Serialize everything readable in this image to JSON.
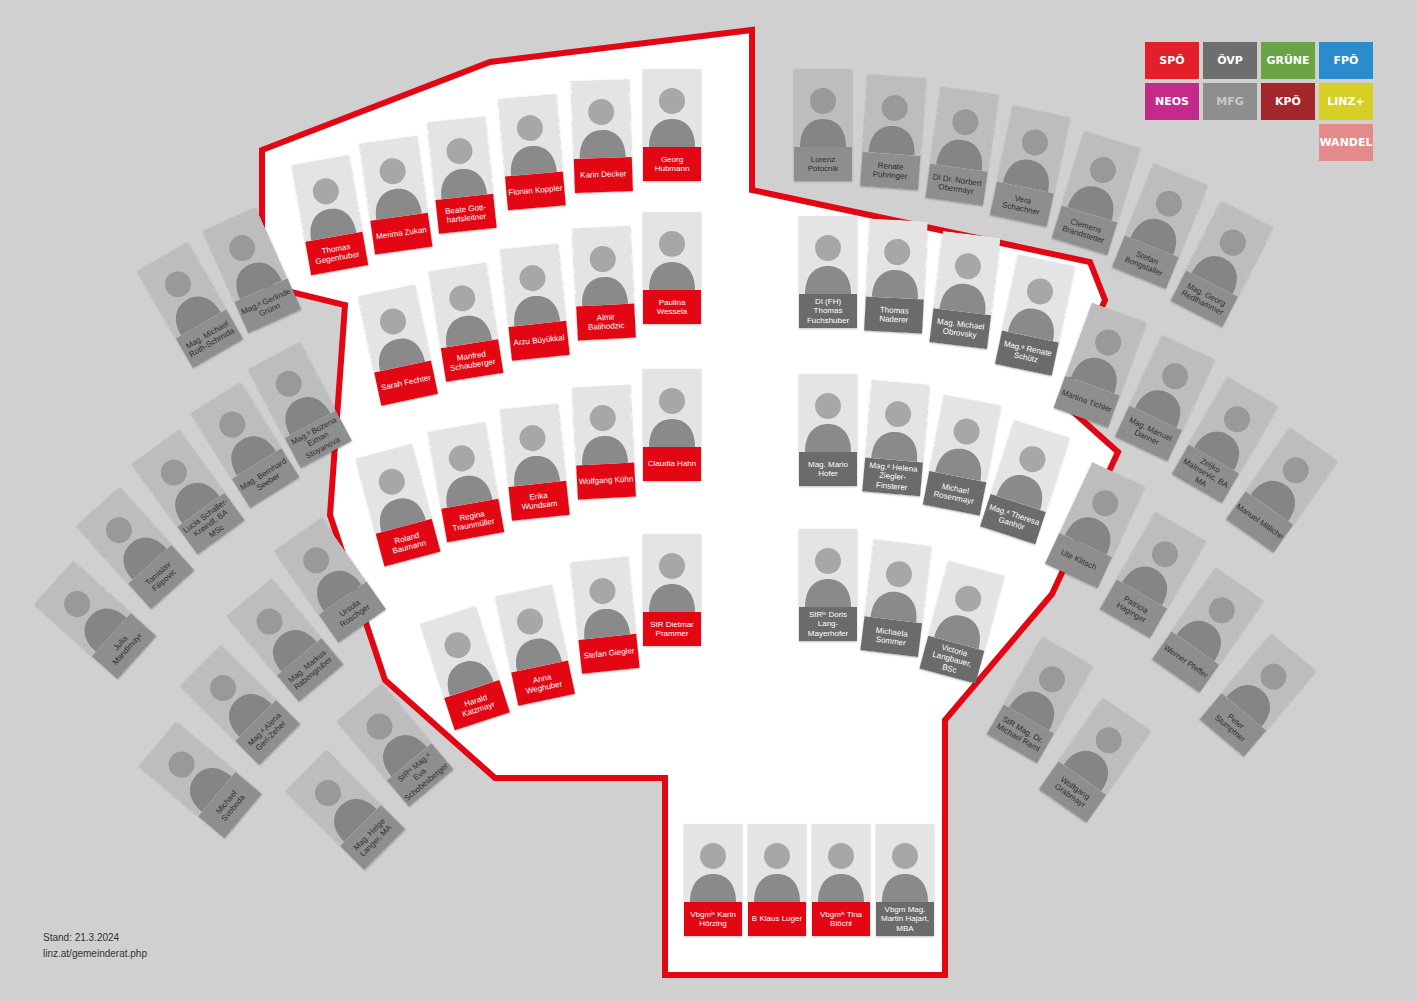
{
  "diagram": {
    "nodes": [
      {
        "text": [
          "Mag. Michael Roth-Schmida"
        ]
      },
      {
        "text": [
          "Mag.ᵃ Gerlinde Grünn"
        ]
      },
      {
        "text": [
          "Mag.ᵃ Bozena Eiman Stoyanova"
        ]
      },
      {
        "text": [
          "Mag. Bernhard Seeber"
        ]
      },
      {
        "text": [
          "Lucia Schaller-Kreindl, BA MSc"
        ]
      },
      {
        "text": [
          "Tomislav Filipovic"
        ]
      },
      {
        "text": [
          "Julia Mandlmayr"
        ]
      },
      {
        "text": [
          "Ursula Roschger"
        ]
      },
      {
        "text": [
          "Mag. Markus Rabengruber"
        ]
      },
      {
        "text": [
          "Mag.ᵃ Alena Gerl-Zeher"
        ]
      },
      {
        "text": [
          "Michael Svoboda"
        ]
      },
      {
        "text": [
          "StRⁱⁿ Mag.ᵃ Eva Schobesberger"
        ]
      },
      {
        "text": [
          "Mag. Helge Langer, MA"
        ]
      },
      {
        "text": [
          "Thomas Gegenhuber"
        ]
      },
      {
        "text": [
          "Merima Zukan"
        ]
      },
      {
        "text": [
          "Beate Gott- hartsleitner"
        ]
      },
      {
        "text": [
          "Florian Koppler"
        ]
      },
      {
        "text": [
          "Karin Decker"
        ]
      },
      {
        "text": [
          "Georg Hubmann"
        ]
      },
      {
        "text": [
          "Sarah Fechter"
        ]
      },
      {
        "text": [
          "Manfred Schauberger"
        ]
      },
      {
        "text": [
          "Arzu Büyükkal"
        ]
      },
      {
        "text": [
          "Almir Balihodzic"
        ]
      },
      {
        "text": [
          "Paulina Wessela"
        ]
      },
      {
        "text": [
          "Roland Baumann"
        ]
      },
      {
        "text": [
          "Regina Traunmüller"
        ]
      },
      {
        "text": [
          "Erika Wundsam"
        ]
      },
      {
        "text": [
          "Wolfgang Kühn"
        ]
      },
      {
        "text": [
          "Claudia Hahn"
        ]
      },
      {
        "text": [
          "Harald Katzmayr"
        ]
      },
      {
        "text": [
          "Anna Weghuber"
        ]
      },
      {
        "text": [
          "Stefan Giegler"
        ]
      },
      {
        "text": [
          "StR Dietmar Prammer"
        ]
      },
      {
        "text": [
          "DI (FH) Thomas Fuchshuber"
        ]
      },
      {
        "text": [
          "Thomas Naderer"
        ]
      },
      {
        "text": [
          "Mag. Michael Obrovsky"
        ]
      },
      {
        "text": [
          "Mag.ᵃ Renate Schütz"
        ]
      },
      {
        "text": [
          "Mag. Mario Hofer"
        ]
      },
      {
        "text": [
          "Mag.ᵃ Helena Ziegler-Finsterer"
        ]
      },
      {
        "text": [
          "Michael Rosenmayr"
        ]
      },
      {
        "text": [
          "Mag.ᵃ Theresa Ganhör"
        ]
      },
      {
        "text": [
          "StRⁱⁿ Doris Lang-Mayerhofer"
        ]
      },
      {
        "text": [
          "Michaela Sommer"
        ]
      },
      {
        "text": [
          "Victoria Langbauer, BSc"
        ]
      },
      {
        "text": [
          "Lorenz Potocnik"
        ]
      },
      {
        "text": [
          "Renate Pühringer"
        ]
      },
      {
        "text": [
          "DI Dr. Norbert Obermayr"
        ]
      },
      {
        "text": [
          "Vera Schachner"
        ]
      },
      {
        "text": [
          "Clemens Brandstetter"
        ]
      },
      {
        "text": [
          "Stefan Bongstaller"
        ]
      },
      {
        "text": [
          "Mag. Georg Redlhammer"
        ]
      },
      {
        "text": [
          "Martina Tichler"
        ]
      },
      {
        "text": [
          "Mag. Manuel Danner"
        ]
      },
      {
        "text": [
          "Zeljko Malesevic, BA MA"
        ]
      },
      {
        "text": [
          "Manuel Mitliche"
        ]
      },
      {
        "text": [
          "Ute Klitsch"
        ]
      },
      {
        "text": [
          "Patricia Haginger"
        ]
      },
      {
        "text": [
          "Werner Pfeffer"
        ]
      },
      {
        "text": [
          "Peter Stumptner"
        ]
      },
      {
        "text": [
          "StR Mag. Dr. Michael Raml"
        ]
      },
      {
        "text": [
          "Wolfgang Grabmayr"
        ]
      },
      {
        "text": [
          "Vbgmⁱⁿ Karin Hörzing"
        ]
      },
      {
        "text": [
          "B Klaus Luger"
        ]
      },
      {
        "text": [
          "Vbgmⁱⁿ Tina Blöchl"
        ]
      },
      {
        "text": [
          "Vbgm Mag. Martin Hajart, MBA"
        ]
      }
    ],
    "labels": [
      "Stand: 21.3.2024",
      "linz.at/gemeinderat.php"
    ],
    "legend": [
      {
        "text": "SPÖ",
        "color": "#e3202a"
      },
      {
        "text": "ÖVP",
        "color": "#6e6e6e"
      },
      {
        "text": "GRÜNE",
        "color": "#6ba445"
      },
      {
        "text": "FPÖ",
        "color": "#2b8ccd"
      },
      {
        "text": "NEOS",
        "color": "#c42a8a"
      },
      {
        "text": "MFG",
        "color": "#8e8e8e"
      },
      {
        "text": "KPÖ",
        "color": "#a3262a"
      },
      {
        "text": "LINZ+",
        "color": "#d6cf26"
      },
      {
        "text": "WANDEL",
        "color": "#e38a8a"
      }
    ]
  }
}
